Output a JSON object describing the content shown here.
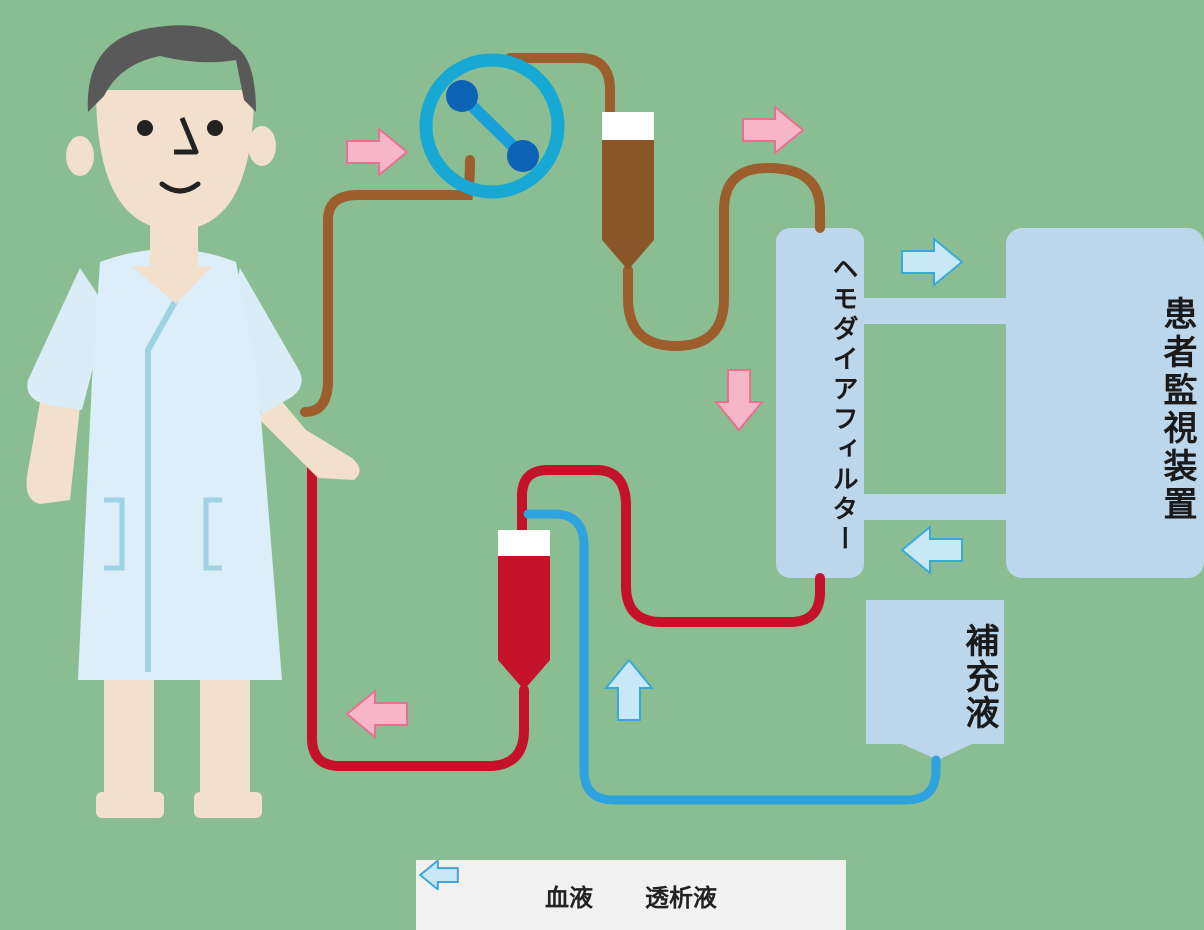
{
  "labels": {
    "filter": "ヘモダイアフィルター",
    "monitor": "患者監視装置",
    "supplement": "補充液"
  },
  "legend": [
    {
      "label": "血液",
      "icon": "pink-arrow-icon",
      "color": "#f7b6c8"
    },
    {
      "label": "透析液",
      "icon": "blue-arrow-icon",
      "color": "#c8e8f8"
    }
  ],
  "colors": {
    "background": "#8abd91",
    "blood_before_filter": "#9b5e2c",
    "blood_after_filter": "#c4122a",
    "dialysate_line": "#2fa3df",
    "device_fill": "#bcd6ec",
    "pump_ring": "#18a8d4",
    "arrow_pink": "#f7b6c8",
    "arrow_blue": "#c8e8f8"
  }
}
